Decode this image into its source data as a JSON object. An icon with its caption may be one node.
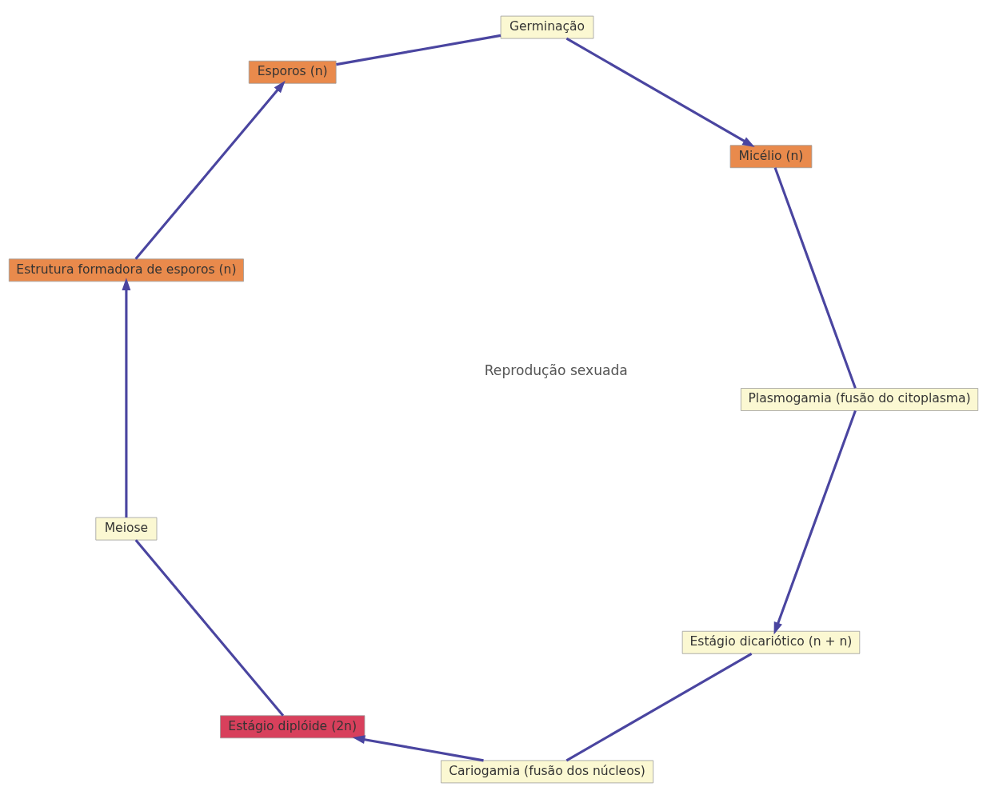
{
  "diagram": {
    "nodes": [
      {
        "text": [
          "Estágio dicariótico (n + n)"
        ]
      },
      {
        "text": [
          "Plasmogamia (fusão do citoplasma)"
        ]
      },
      {
        "text": [
          "Cariogamia (fusão dos núcleos)"
        ]
      },
      {
        "text": [
          "Micélio (n)"
        ]
      },
      {
        "text": [
          "Estágio diplóide (2n)"
        ]
      },
      {
        "text": [
          "Meiose"
        ]
      },
      {
        "text": [
          "Germinação"
        ]
      },
      {
        "text": [
          "Esporos (n)"
        ]
      },
      {
        "text": [
          "Estrutura formadora de esporos (n)"
        ]
      }
    ],
    "edges": [
      {
        "from": 3,
        "to": 1,
        "arrow": "none"
      },
      {
        "from": 1,
        "to": 0,
        "arrow": "to"
      },
      {
        "from": 0,
        "to": 2,
        "arrow": "none"
      },
      {
        "from": 2,
        "to": 4,
        "arrow": "to"
      },
      {
        "from": 4,
        "to": 5,
        "arrow": "none"
      },
      {
        "from": 5,
        "to": 8,
        "arrow": "to"
      },
      {
        "from": 8,
        "to": 7,
        "arrow": "to"
      },
      {
        "from": 7,
        "to": 6,
        "arrow": "none"
      },
      {
        "from": 6,
        "to": 3,
        "arrow": "to"
      }
    ],
    "labels": [
      "Reprodução sexuada"
    ]
  }
}
